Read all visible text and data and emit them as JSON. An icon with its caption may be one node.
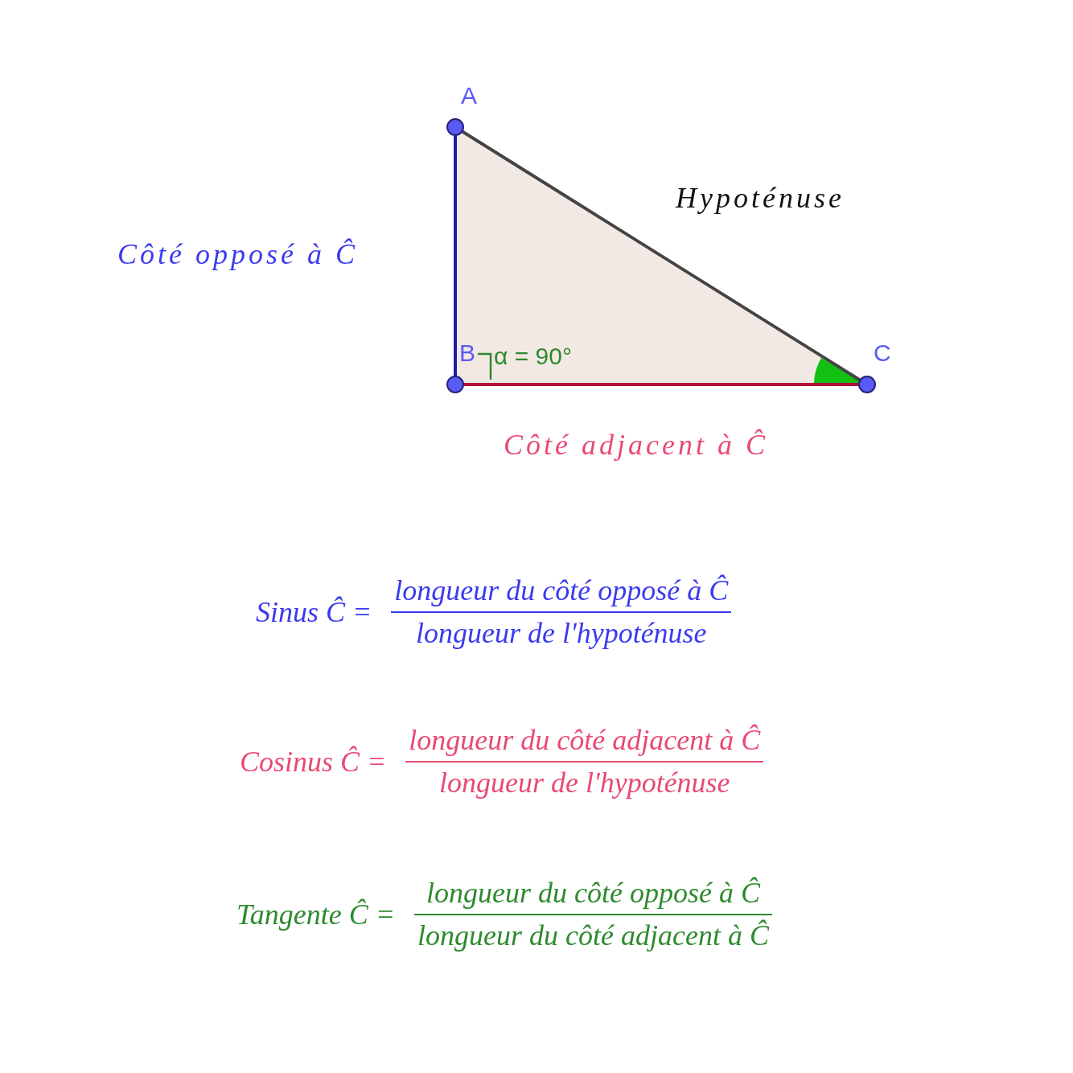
{
  "diagram": {
    "nodes": [
      {
        "text": [],
        "shape": "circle",
        "beside": [
          "A"
        ]
      },
      {
        "text": [],
        "shape": "circle",
        "beside": [
          "B"
        ]
      },
      {
        "text": [],
        "shape": "circle",
        "beside": [
          "C"
        ]
      }
    ],
    "edges": [
      {
        "from": 0,
        "to": 1,
        "arrow": "none",
        "color": "#1c1ca8"
      },
      {
        "from": 1,
        "to": 2,
        "arrow": "none",
        "color": "#b0103a"
      },
      {
        "from": 0,
        "to": 2,
        "arrow": "none",
        "color": "#444444"
      }
    ],
    "labels": [
      "Hypoténuse",
      "Côté opposé à Ĉ",
      "α = 90°",
      "Côté adjacent à Ĉ",
      "Sinus Ĉ =",
      "longueur du côté opposé à Ĉ",
      "longueur de l'hypoténuse",
      "Cosinus Ĉ =",
      "longueur du côté adjacent à Ĉ",
      "longueur de l'hypoténuse",
      "Tangente Ĉ =",
      "longueur du côté opposé à Ĉ",
      "longueur du côté adjacent à Ĉ"
    ]
  }
}
